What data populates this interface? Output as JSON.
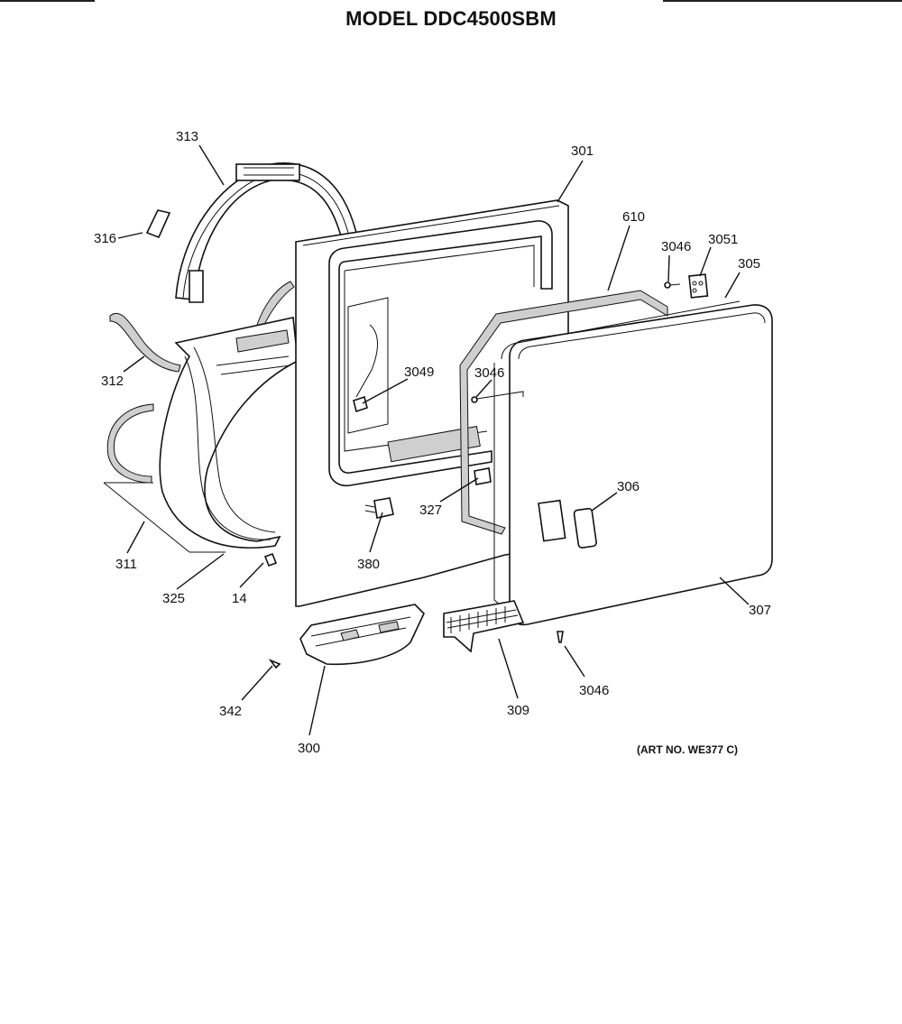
{
  "title": "MODEL DDC4500SBM",
  "art_no": "(ART NO. WE377 C)",
  "parts": {
    "p313": "313",
    "p316": "316",
    "p312": "312",
    "p311": "311",
    "p325": "325",
    "p14": "14",
    "p342": "342",
    "p300": "300",
    "p380": "380",
    "p301": "301",
    "p3049": "3049",
    "p327": "327",
    "p610": "610",
    "p3046a": "3046",
    "p3051": "3051",
    "p305": "305",
    "p3046b": "3046",
    "p306": "306",
    "p307": "307",
    "p309": "309",
    "p3046c": "3046"
  }
}
